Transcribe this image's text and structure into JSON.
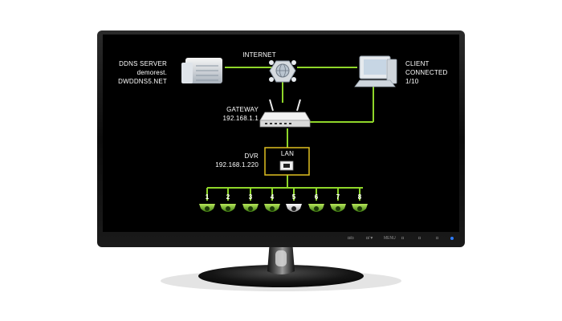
{
  "ddns_server": {
    "line1": "DDNS SERVER",
    "line2": "demorest.",
    "line3": "DWDDNS5.NET"
  },
  "internet": {
    "label": "INTERNET"
  },
  "client": {
    "line1": "CLIENT",
    "line2": "CONNECTED",
    "line3": "1/10"
  },
  "gateway": {
    "label": "GATEWAY",
    "ip": "192.168.1.1"
  },
  "dvr": {
    "label": "DVR",
    "ip": "192.168.1.220"
  },
  "lan": {
    "label": "LAN"
  },
  "cameras": [
    {
      "number": "1"
    },
    {
      "number": "2"
    },
    {
      "number": "3"
    },
    {
      "number": "4"
    },
    {
      "number": "5"
    },
    {
      "number": "6"
    },
    {
      "number": "7"
    },
    {
      "number": "8"
    }
  ],
  "monitor_buttons": [
    "◘/◘",
    "◘/▼",
    "MENU",
    "◘",
    "◘",
    "◘"
  ],
  "colors": {
    "link_green": "#8fd62a",
    "lan_box_border": "#e0c020",
    "screen_bg": "#000000",
    "bezel": "#0f0f0f",
    "power_led": "#2e7dff"
  }
}
